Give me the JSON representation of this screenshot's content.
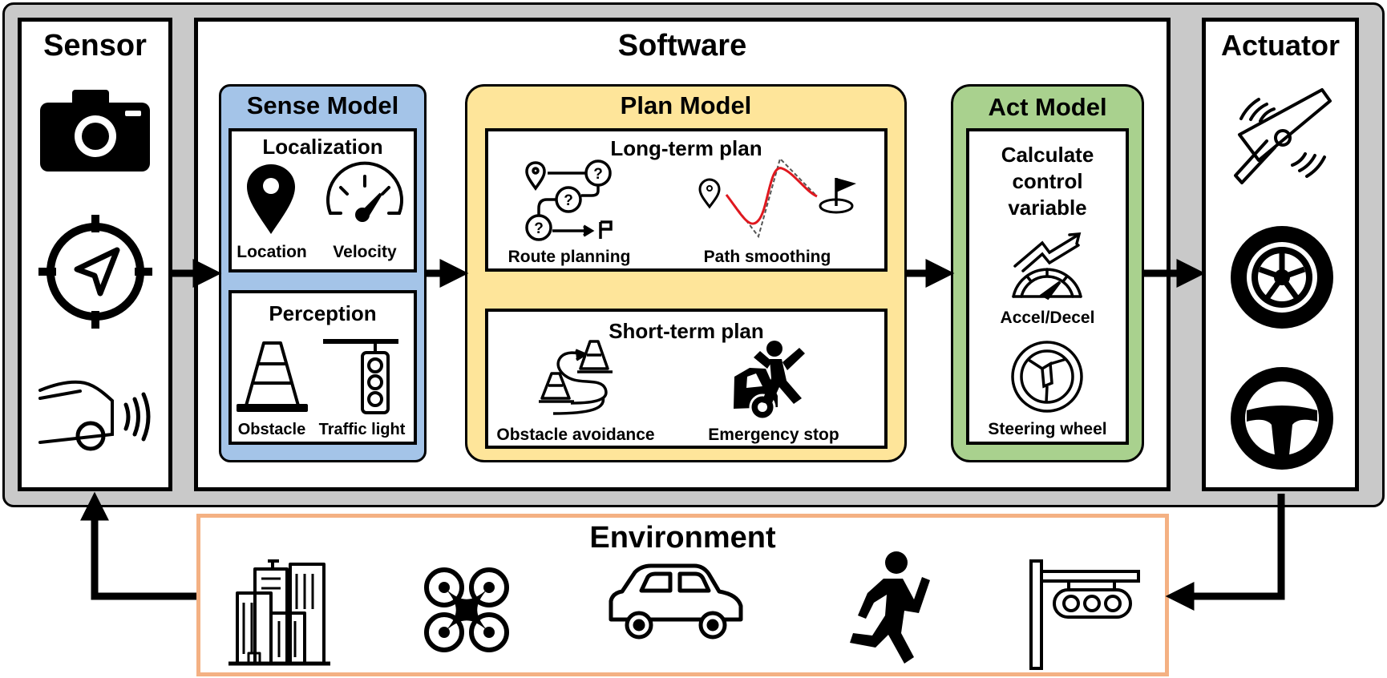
{
  "sensor": {
    "title": "Sensor"
  },
  "software": {
    "title": "Software"
  },
  "actuator": {
    "title": "Actuator"
  },
  "environment": {
    "title": "Environment"
  },
  "sense_model": {
    "title": "Sense Model",
    "localization": {
      "title": "Localization",
      "location": "Location",
      "velocity": "Velocity"
    },
    "perception": {
      "title": "Perception",
      "obstacle": "Obstacle",
      "traffic_light": "Traffic light"
    }
  },
  "plan_model": {
    "title": "Plan Model",
    "long_term": {
      "title": "Long-term plan",
      "route": "Route planning",
      "smoothing": "Path smoothing"
    },
    "short_term": {
      "title": "Short-term plan",
      "avoidance": "Obstacle avoidance",
      "emergency": "Emergency stop"
    }
  },
  "act_model": {
    "title": "Act Model",
    "calc_line1": "Calculate",
    "calc_line2": "control",
    "calc_line3": "variable",
    "accel": "Accel/Decel",
    "steering": "Steering wheel"
  },
  "colors": {
    "outer_bg": "#c9c9c9",
    "sense_fill": "#a4c4e8",
    "plan_fill": "#fee59a",
    "act_fill": "#a9d18e",
    "env_border": "#f4b183",
    "path_red": "#e0181f"
  },
  "icons": [
    "camera-icon",
    "compass-icon",
    "car-sensor-icon",
    "location-pin-icon",
    "speedometer-icon",
    "traffic-cone-icon",
    "traffic-light-icon",
    "route-icon",
    "path-smoothing-icon",
    "obstacle-avoidance-icon",
    "emergency-stop-icon",
    "accel-gauge-icon",
    "steering-gauge-icon",
    "propeller-icon",
    "wheel-icon",
    "steering-wheel-icon",
    "buildings-icon",
    "drone-icon",
    "car-icon",
    "runner-icon",
    "overhead-signal-icon"
  ]
}
